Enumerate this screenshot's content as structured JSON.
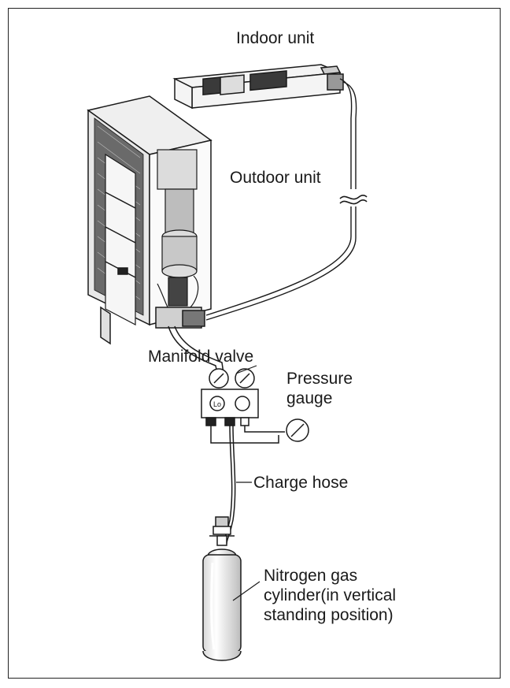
{
  "labels": {
    "indoor_unit": "Indoor unit",
    "outdoor_unit": "Outdoor unit",
    "manifold_valve": "Manifold valve",
    "pressure_gauge_line1": "Pressure",
    "pressure_gauge_line2": "gauge",
    "charge_hose": "Charge hose",
    "cylinder_line1": "Nitrogen gas",
    "cylinder_line2": "cylinder(in vertical",
    "cylinder_line3": "standing position)",
    "gauge_marking": "Lo"
  },
  "colors": {
    "line": "#1a1a1a",
    "unit_fill": "#f4f4f4",
    "shade": "#555555"
  }
}
